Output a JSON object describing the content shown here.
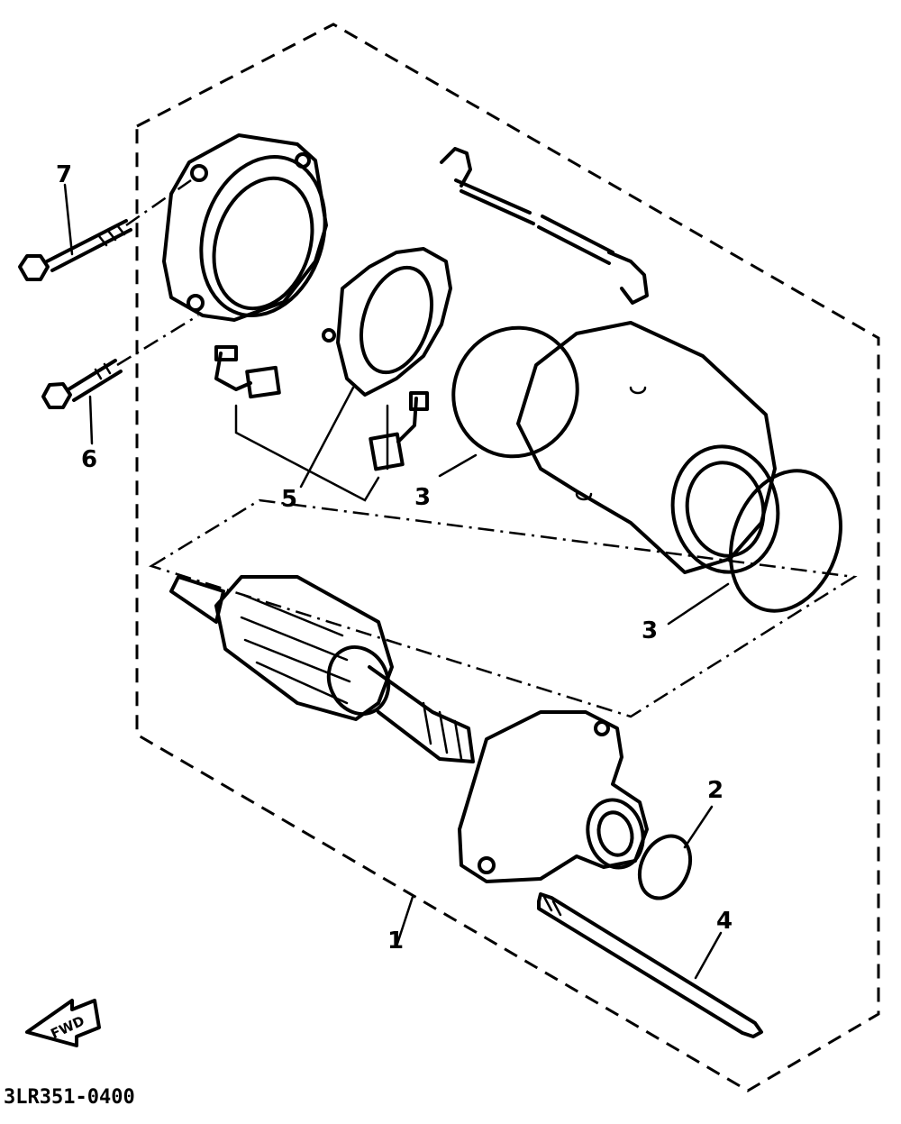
{
  "callouts": {
    "c1": "1",
    "c2": "2",
    "c3a": "3",
    "c3b": "3",
    "c4": "4",
    "c5": "5",
    "c6": "6",
    "c7": "7"
  },
  "front_arrow_label": "FWD",
  "diagram_code": "3LR351-0400"
}
